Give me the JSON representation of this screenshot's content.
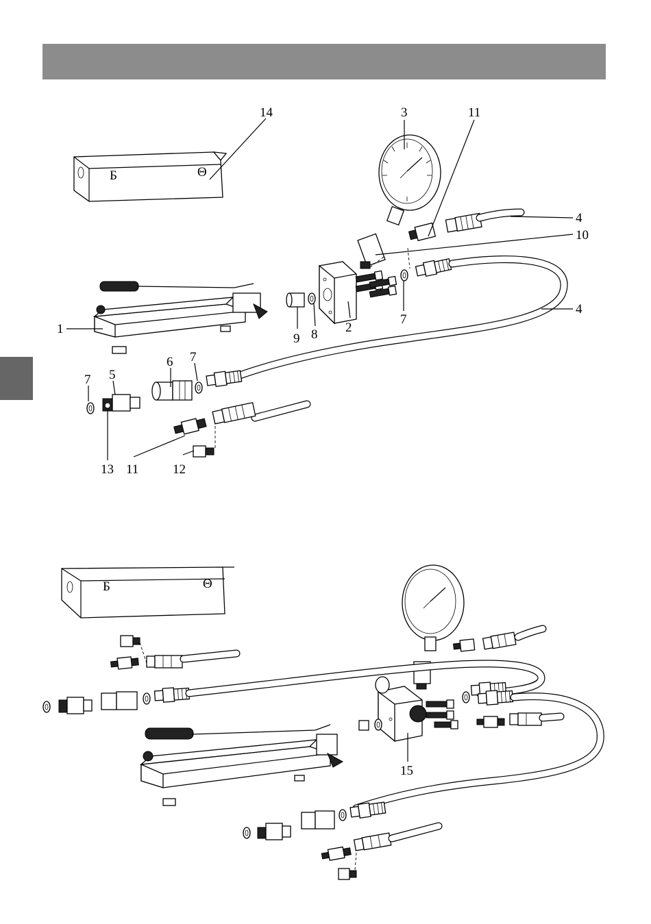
{
  "colors": {
    "header": "#8c8c8c",
    "side_tab": "#666666",
    "ink": "#000000"
  },
  "figure1": {
    "callouts": [
      {
        "id": "c14",
        "text": "14"
      },
      {
        "id": "c3",
        "text": "3"
      },
      {
        "id": "c11a",
        "text": "11"
      },
      {
        "id": "c4a",
        "text": "4"
      },
      {
        "id": "c10",
        "text": "10"
      },
      {
        "id": "c4b",
        "text": "4"
      },
      {
        "id": "c1",
        "text": "1"
      },
      {
        "id": "c9",
        "text": "9"
      },
      {
        "id": "c8",
        "text": "8"
      },
      {
        "id": "c2",
        "text": "2"
      },
      {
        "id": "c7a",
        "text": "7"
      },
      {
        "id": "c6",
        "text": "6"
      },
      {
        "id": "c7b",
        "text": "7"
      },
      {
        "id": "c7c",
        "text": "7"
      },
      {
        "id": "c5",
        "text": "5"
      },
      {
        "id": "c13",
        "text": "13"
      },
      {
        "id": "c11b",
        "text": "11"
      },
      {
        "id": "c12",
        "text": "12"
      }
    ]
  },
  "figure2": {
    "callouts": [
      {
        "id": "c15",
        "text": "15"
      }
    ]
  }
}
